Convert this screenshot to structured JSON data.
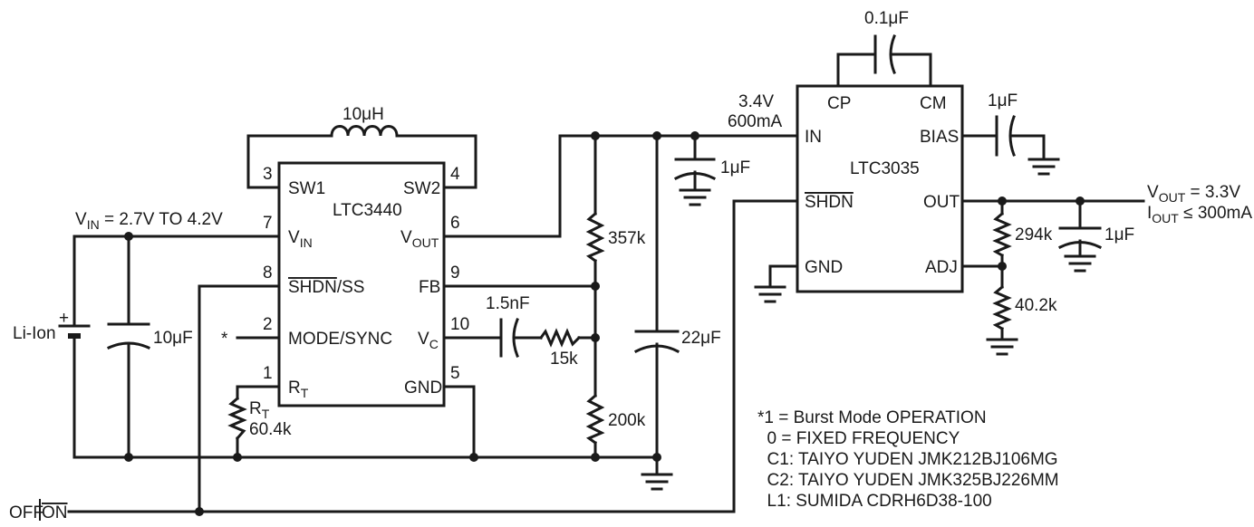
{
  "ltc3440": {
    "name": "LTC3440",
    "pins": {
      "sw1": {
        "num": "3",
        "label": "SW1"
      },
      "sw2": {
        "num": "4",
        "label": "SW2"
      },
      "vin": {
        "num": "7",
        "label": "V",
        "sub": "IN"
      },
      "vout": {
        "num": "6",
        "label": "V",
        "sub": "OUT"
      },
      "shdn": {
        "num": "8",
        "label_over": "SHDN",
        "label_rest": "/SS"
      },
      "fb": {
        "num": "9",
        "label": "FB"
      },
      "mode": {
        "num": "2",
        "label": "MODE/SYNC"
      },
      "vc": {
        "num": "10",
        "label": "V",
        "sub": "C"
      },
      "rt": {
        "num": "1",
        "label": "R",
        "sub": "T"
      },
      "gnd": {
        "num": "5",
        "label": "GND"
      }
    }
  },
  "ltc3035": {
    "name": "LTC3035",
    "pins": {
      "cp": "CP",
      "cm": "CM",
      "in": "IN",
      "bias": "BIAS",
      "shdn": "SHDN",
      "out": "OUT",
      "gnd": "GND",
      "adj": "ADJ"
    }
  },
  "labels": {
    "inductor": "10μH",
    "vin_main": "V",
    "vin_sub": "IN",
    "vin_rest": " = 2.7V TO 4.2V",
    "battery": "Li-Ion",
    "battery_plus": "+",
    "c_in": "10μF",
    "mode_star": "*",
    "rt_main": "R",
    "rt_sub": "T",
    "rt_value": "60.4k",
    "c_comp": "1.5nF",
    "r_comp": "15k",
    "r_top": "357k",
    "r_bot": "200k",
    "c_out": "22μF",
    "mid_voltage": "3.4V",
    "mid_current": "600mA",
    "c_in2": "1μF",
    "c_cp": "0.1μF",
    "c_bias": "1μF",
    "r_adj_top": "294k",
    "r_adj_bot": "40.2k",
    "c_out2": "1μF",
    "vout_main": "V",
    "vout_sub": "OUT",
    "vout_rest": " = 3.3V",
    "iout_main": "I",
    "iout_sub": "OUT",
    "iout_rest": " ≤ 300mA",
    "off": "OFF",
    "on": "ON"
  },
  "notes": [
    "*1 = Burst Mode OPERATION",
    "  0 = FIXED FREQUENCY",
    "  C1: TAIYO YUDEN JMK212BJ106MG",
    "  C2: TAIYO YUDEN JMK325BJ226MM",
    "  L1: SUMIDA CDRH6D38-100"
  ]
}
